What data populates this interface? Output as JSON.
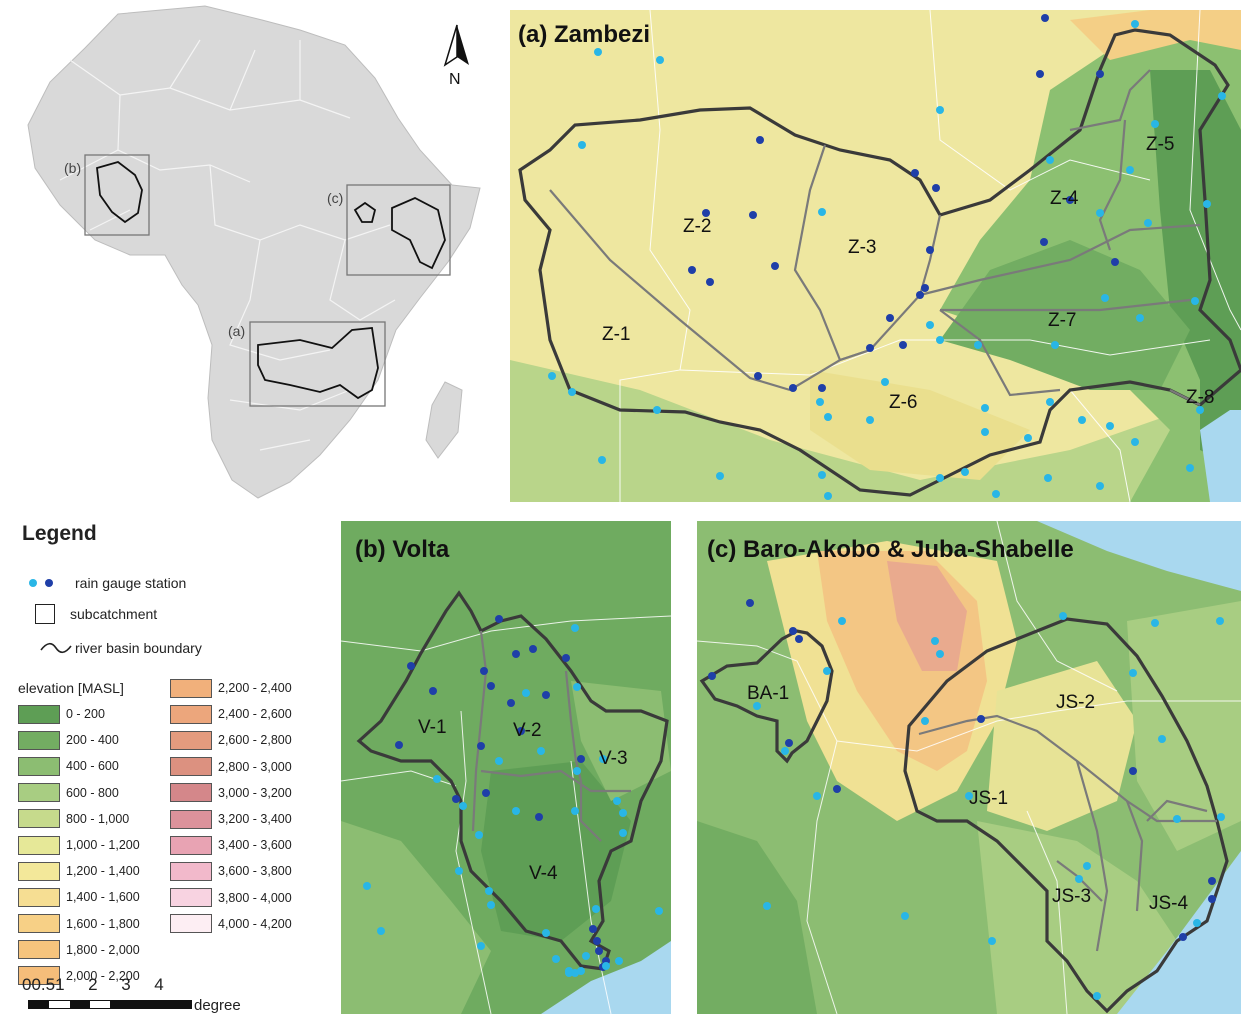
{
  "panels": {
    "zambezi": {
      "title": "(a) Zambezi",
      "subcatchments": [
        "Z-1",
        "Z-2",
        "Z-3",
        "Z-4",
        "Z-5",
        "Z-6",
        "Z-7",
        "Z-8"
      ]
    },
    "volta": {
      "title": "(b) Volta",
      "subcatchments": [
        "V-1",
        "V-2",
        "V-3",
        "V-4"
      ]
    },
    "baro_juba": {
      "title": "(c) Baro-Akobo & Juba-Shabelle",
      "subcatchments": [
        "BA-1",
        "JS-1",
        "JS-2",
        "JS-3",
        "JS-4"
      ]
    }
  },
  "overview": {
    "inset_labels": [
      "(a)",
      "(b)",
      "(c)"
    ],
    "north_label": "N"
  },
  "legend": {
    "title": "Legend",
    "items": [
      {
        "icon": "rain-gauge-dots-icon",
        "label": "rain gauge station"
      },
      {
        "icon": "square-icon",
        "label": "subcatchment"
      },
      {
        "icon": "wave-line-icon",
        "label": "river basin boundary"
      }
    ],
    "elevation_title": "elevation [MASL]",
    "elevation_classes": [
      {
        "label": "0 - 200",
        "color": "#5e9e55"
      },
      {
        "label": "200 - 400",
        "color": "#73ad62"
      },
      {
        "label": "400 - 600",
        "color": "#8cbd72"
      },
      {
        "label": "600 - 800",
        "color": "#a8cd82"
      },
      {
        "label": "800 - 1,000",
        "color": "#c6da8c"
      },
      {
        "label": "1,000 - 1,200",
        "color": "#e6e898"
      },
      {
        "label": "1,200 - 1,400",
        "color": "#f3e89a"
      },
      {
        "label": "1,400 - 1,600",
        "color": "#f6de93"
      },
      {
        "label": "1,600 - 1,800",
        "color": "#f7d086"
      },
      {
        "label": "1,800 - 2,000",
        "color": "#f6c47d"
      },
      {
        "label": "2,000 - 2,200",
        "color": "#f5bd7a"
      },
      {
        "label": "2,200 - 2,400",
        "color": "#f1b07b"
      },
      {
        "label": "2,400 - 2,600",
        "color": "#eca67c"
      },
      {
        "label": "2,600 - 2,800",
        "color": "#e49b7e"
      },
      {
        "label": "2,800 - 3,000",
        "color": "#dc9180"
      },
      {
        "label": "3,000 - 3,200",
        "color": "#d4878a"
      },
      {
        "label": "3,200 - 3,400",
        "color": "#dc929b"
      },
      {
        "label": "3,400 - 3,600",
        "color": "#e8a3b3"
      },
      {
        "label": "3,600 - 3,800",
        "color": "#f2b9cb"
      },
      {
        "label": "3,800 - 4,000",
        "color": "#f8d3e1"
      },
      {
        "label": "4,000 - 4,200",
        "color": "#fdeef3"
      }
    ],
    "scale_bar": {
      "ticks": "00.51     2     3     4",
      "unit": "degree"
    }
  },
  "colors": {
    "gauge_light": "#29b6e6",
    "gauge_dark": "#1f3fa8",
    "basin_boundary": "#3a3a3a",
    "subcatchment_line": "#7a7a7a",
    "water": "#a9d8ef",
    "land_grey": "#d9d9d9"
  }
}
